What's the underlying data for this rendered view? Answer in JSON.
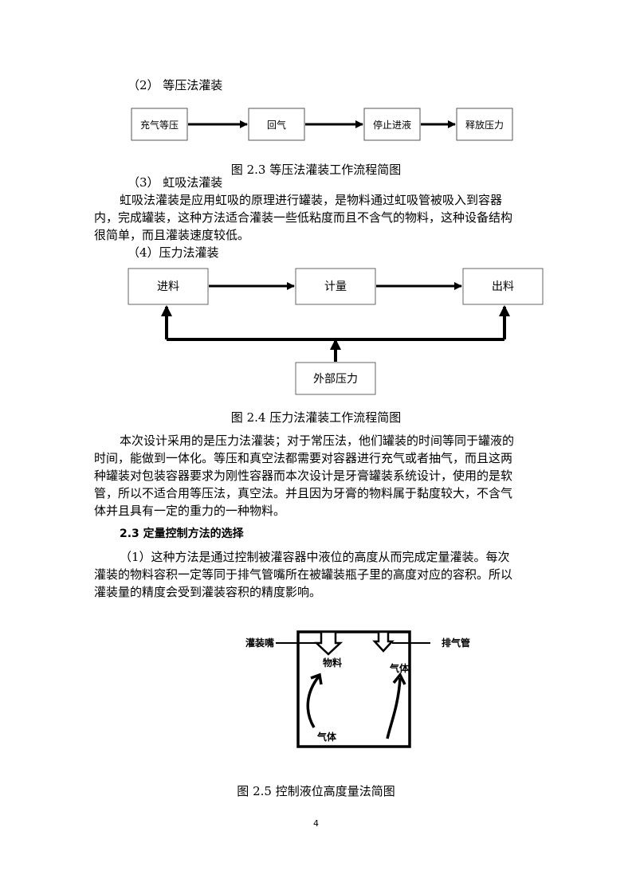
{
  "section_2": {
    "heading": "（2） 等压法灌装"
  },
  "fig23": {
    "steps": [
      "充气等压",
      "回气",
      "停止进液",
      "释放压力"
    ],
    "caption": "图 2.3 等压法灌装工作流程简图"
  },
  "section_3": {
    "heading": "（3） 虹吸法灌装",
    "lines": [
      "虹吸法灌装是应用虹吸的原理进行罐装，是物料通过虹吸管被吸入到容器",
      "内，完成罐装，这种方法适合灌装一些低粘度而且不含气的物料，这种设备结构",
      "很简单，而且灌装速度较低。"
    ]
  },
  "section_4": {
    "heading": "（4）压力法灌装"
  },
  "fig24": {
    "boxes": {
      "in": "进料",
      "meter": "计量",
      "out": "出料",
      "pressure": "外部压力"
    },
    "caption": "图 2.4 压力法灌装工作流程简图"
  },
  "paragraph_main": {
    "lines": [
      "本次设计采用的是压力法灌装；对于常压法，他们罐装的时间等同于罐液的",
      "时间，能做到一体化。等压和真空法都需要对容器进行充气或者抽气，而且这两",
      "种罐装对包装容器要求为刚性容器而本次设计是牙膏罐装系统设计，使用的是软",
      "管，所以不适合用等压法，真空法。并且因为牙膏的物料属于黏度较大，不含气",
      "体并且具有一定的重力的一种物料。"
    ]
  },
  "section_2_3": {
    "heading": "2.3 定量控制方法的选择"
  },
  "paragraph_method1": {
    "lines": [
      "（1）这种方法是通过控制被灌容器中液位的高度从而完成定量灌装。每次",
      "灌装的物料容积一定等同于排气管嘴所在被罐装瓶子里的高度对应的容积。所以",
      "灌装量的精度会受到灌装容积的精度影响。"
    ]
  },
  "fig25": {
    "labels": {
      "nozzle": "灌装嘴",
      "vent": "排气管",
      "material": "物料",
      "gas_right": "气体",
      "gas_bottom": "气体"
    },
    "caption": "图 2.5 控制液位高度量法简图"
  },
  "page_number": "4"
}
